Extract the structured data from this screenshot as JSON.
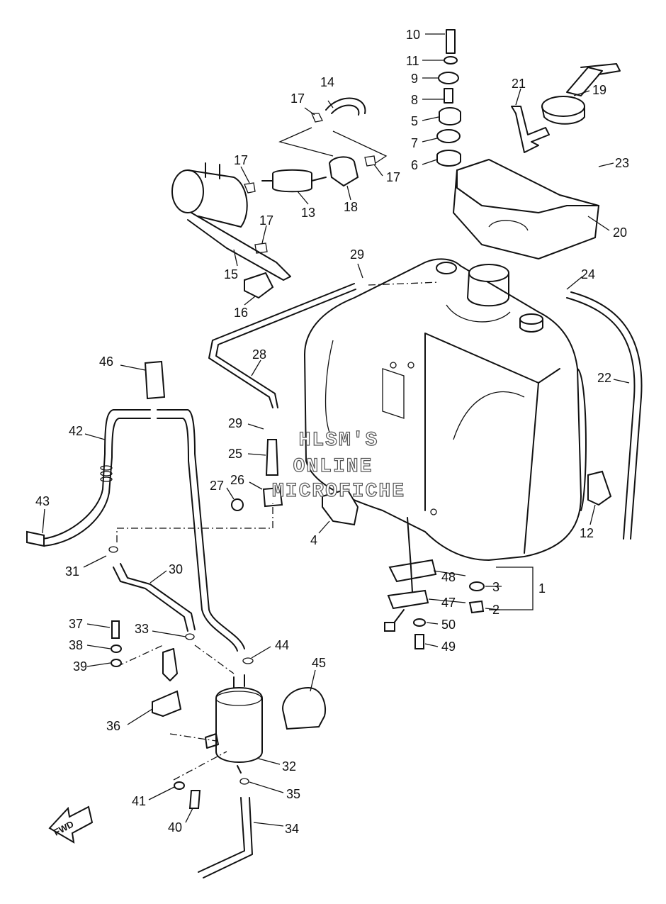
{
  "watermark": [
    "HLSM'S",
    "ONLINE",
    "MICROFICHE"
  ],
  "fwd_label": "FWD",
  "part_numbers": [
    "1",
    "2",
    "3",
    "4",
    "6",
    "5",
    "7",
    "8",
    "9",
    "10",
    "11",
    "12",
    "13",
    "14",
    "15",
    "16",
    "17",
    "17",
    "17",
    "17",
    "18",
    "19",
    "20",
    "21",
    "22",
    "23",
    "24",
    "25",
    "26",
    "27",
    "28",
    "29",
    "29",
    "30",
    "31",
    "32",
    "33",
    "34",
    "35",
    "36",
    "37",
    "38",
    "39",
    "40",
    "41",
    "42",
    "43",
    "44",
    "45",
    "46",
    "47",
    "48",
    "49",
    "50"
  ]
}
